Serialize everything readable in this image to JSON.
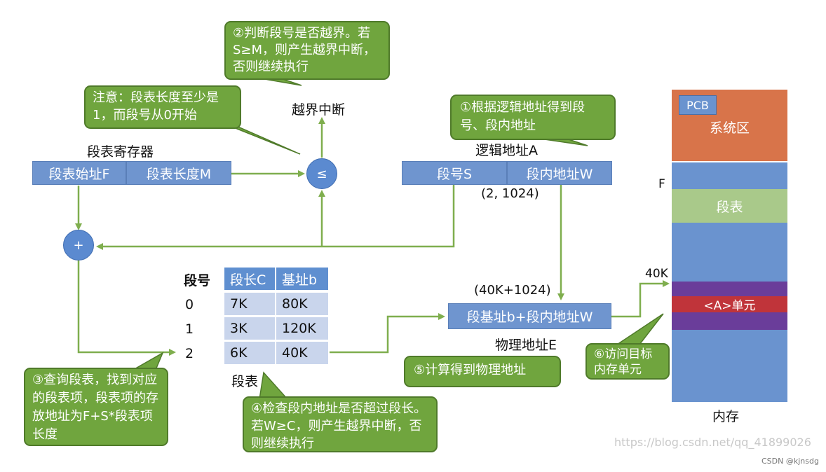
{
  "callouts": {
    "bounds_check": "②判断段号是否越界。若S≥M，则产生越界中断，否则继续执行",
    "note": "注意：段表长度至少是1，而段号从0开始",
    "split_address": "①根据逻辑地址得到段号、段内地址",
    "lookup_table": "③查询段表，找到对应的段表项，段表项的存放地址为F+S*段表项长度",
    "check_offset": "④检查段内地址是否超过段长。若W≥C，则产生越界中断，否则继续执行",
    "compute_physical": "⑤计算得到物理地址",
    "access_memory": "⑥访问目标内存单元"
  },
  "labels": {
    "interrupt": "越界中断",
    "segment_register": "段表寄存器",
    "logical_address": "逻辑地址A",
    "logical_value": "(2, 1024)",
    "physical_value": "(40K+1024)",
    "physical_address": "物理地址E",
    "segment_table_caption": "段表",
    "memory_caption": "内存",
    "f_marker": "F",
    "k40_marker": "40K",
    "compare_op": "≤",
    "add_op": "+"
  },
  "register": {
    "start": "段表始址F",
    "length": "段表长度M"
  },
  "logical": {
    "seg": "段号S",
    "offset": "段内地址W"
  },
  "physical": {
    "formula": "段基址b+段内地址W"
  },
  "segment_table": {
    "headers": [
      "段号",
      "段长C",
      "基址b"
    ],
    "rows": [
      {
        "no": "0",
        "len": "7K",
        "base": "80K"
      },
      {
        "no": "1",
        "len": "3K",
        "base": "120K"
      },
      {
        "no": "2",
        "len": "6K",
        "base": "40K"
      }
    ]
  },
  "memory": {
    "pcb": "PCB",
    "system_area": "系统区",
    "segment_table": "段表",
    "unit": "<A>单元"
  },
  "watermark": {
    "site": "https://blog.csdn.net/qq_41899026",
    "user": "CSDN @kjnsdg"
  },
  "colors": {
    "box_blue": "#6f95cf",
    "callout_green": "#70a53e",
    "arrow_green": "#7fae4e",
    "system_orange": "#d8744a",
    "memory_blue": "#6a93cf",
    "table_green": "#a9c98a",
    "unit_purple": "#6a3d9a",
    "unit_red": "#c0343a"
  }
}
